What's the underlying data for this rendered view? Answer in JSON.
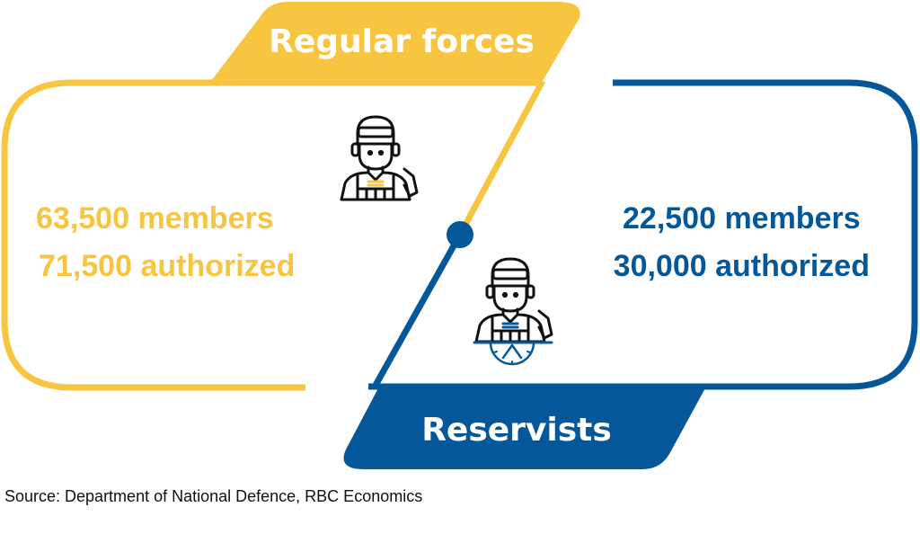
{
  "colors": {
    "regular": "#f8c540",
    "reservist": "#04589a",
    "icon_outline": "#111111",
    "text_on_tab": "#ffffff"
  },
  "regular_forces": {
    "title": "Regular forces",
    "members": "63,500 members",
    "authorized": "71,500 authorized",
    "icon": "soldier-icon"
  },
  "reservists": {
    "title": "Reservists",
    "members": "22,500 members",
    "authorized": "30,000 authorized",
    "icon": "soldier-with-clock-icon"
  },
  "source": "Source: Department of National Defence, RBC Economics"
}
